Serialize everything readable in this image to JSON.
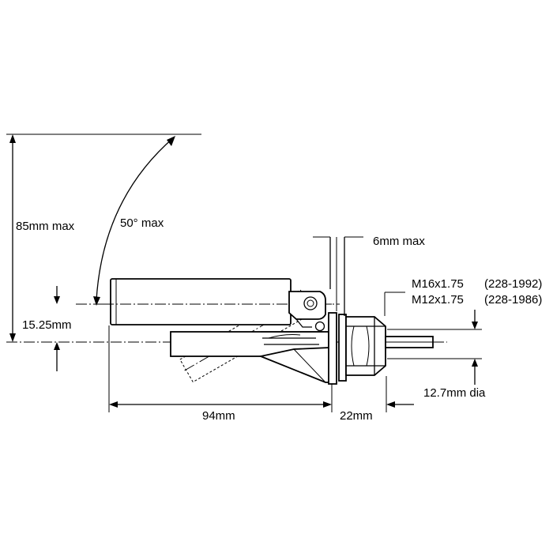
{
  "labels": {
    "height_max": "85mm max",
    "angle_max": "50° max",
    "offset": "15.25mm",
    "clearance_max": "6mm max",
    "thread_large": "M16x1.75",
    "thread_large_part": "(228-1992)",
    "thread_small": "M12x1.75",
    "thread_small_part": "(228-1986)",
    "length": "94mm",
    "mount_length": "22mm",
    "stem_diameter": "12.7mm dia"
  },
  "colors": {
    "line": "#000000",
    "background": "#ffffff"
  }
}
